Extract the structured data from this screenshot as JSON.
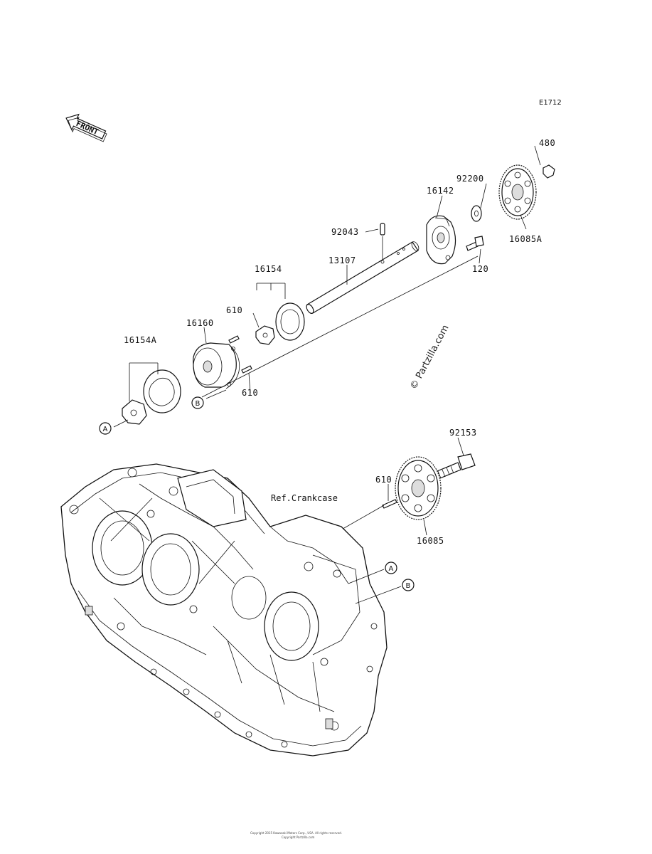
{
  "diagram_code": "E1712",
  "front_label": "FRONT",
  "watermark": "© Partzilla.com",
  "ref_label": "Ref.Crankcase",
  "callouts": {
    "a": "A",
    "b": "B"
  },
  "parts": {
    "p480": "480",
    "p92200": "92200",
    "p16142": "16142",
    "p16085A": "16085A",
    "p92043": "92043",
    "p13107": "13107",
    "p120": "120",
    "p16154": "16154",
    "p610a": "610",
    "p16160": "16160",
    "p16154A": "16154A",
    "p610b": "610",
    "p92153": "92153",
    "p610c": "610",
    "p16085": "16085"
  },
  "footer": {
    "line1": "Copyright 2015 Kawasaki Motors Corp., USA. All rights reserved.",
    "line2": "Copyright Partzilla.com"
  }
}
